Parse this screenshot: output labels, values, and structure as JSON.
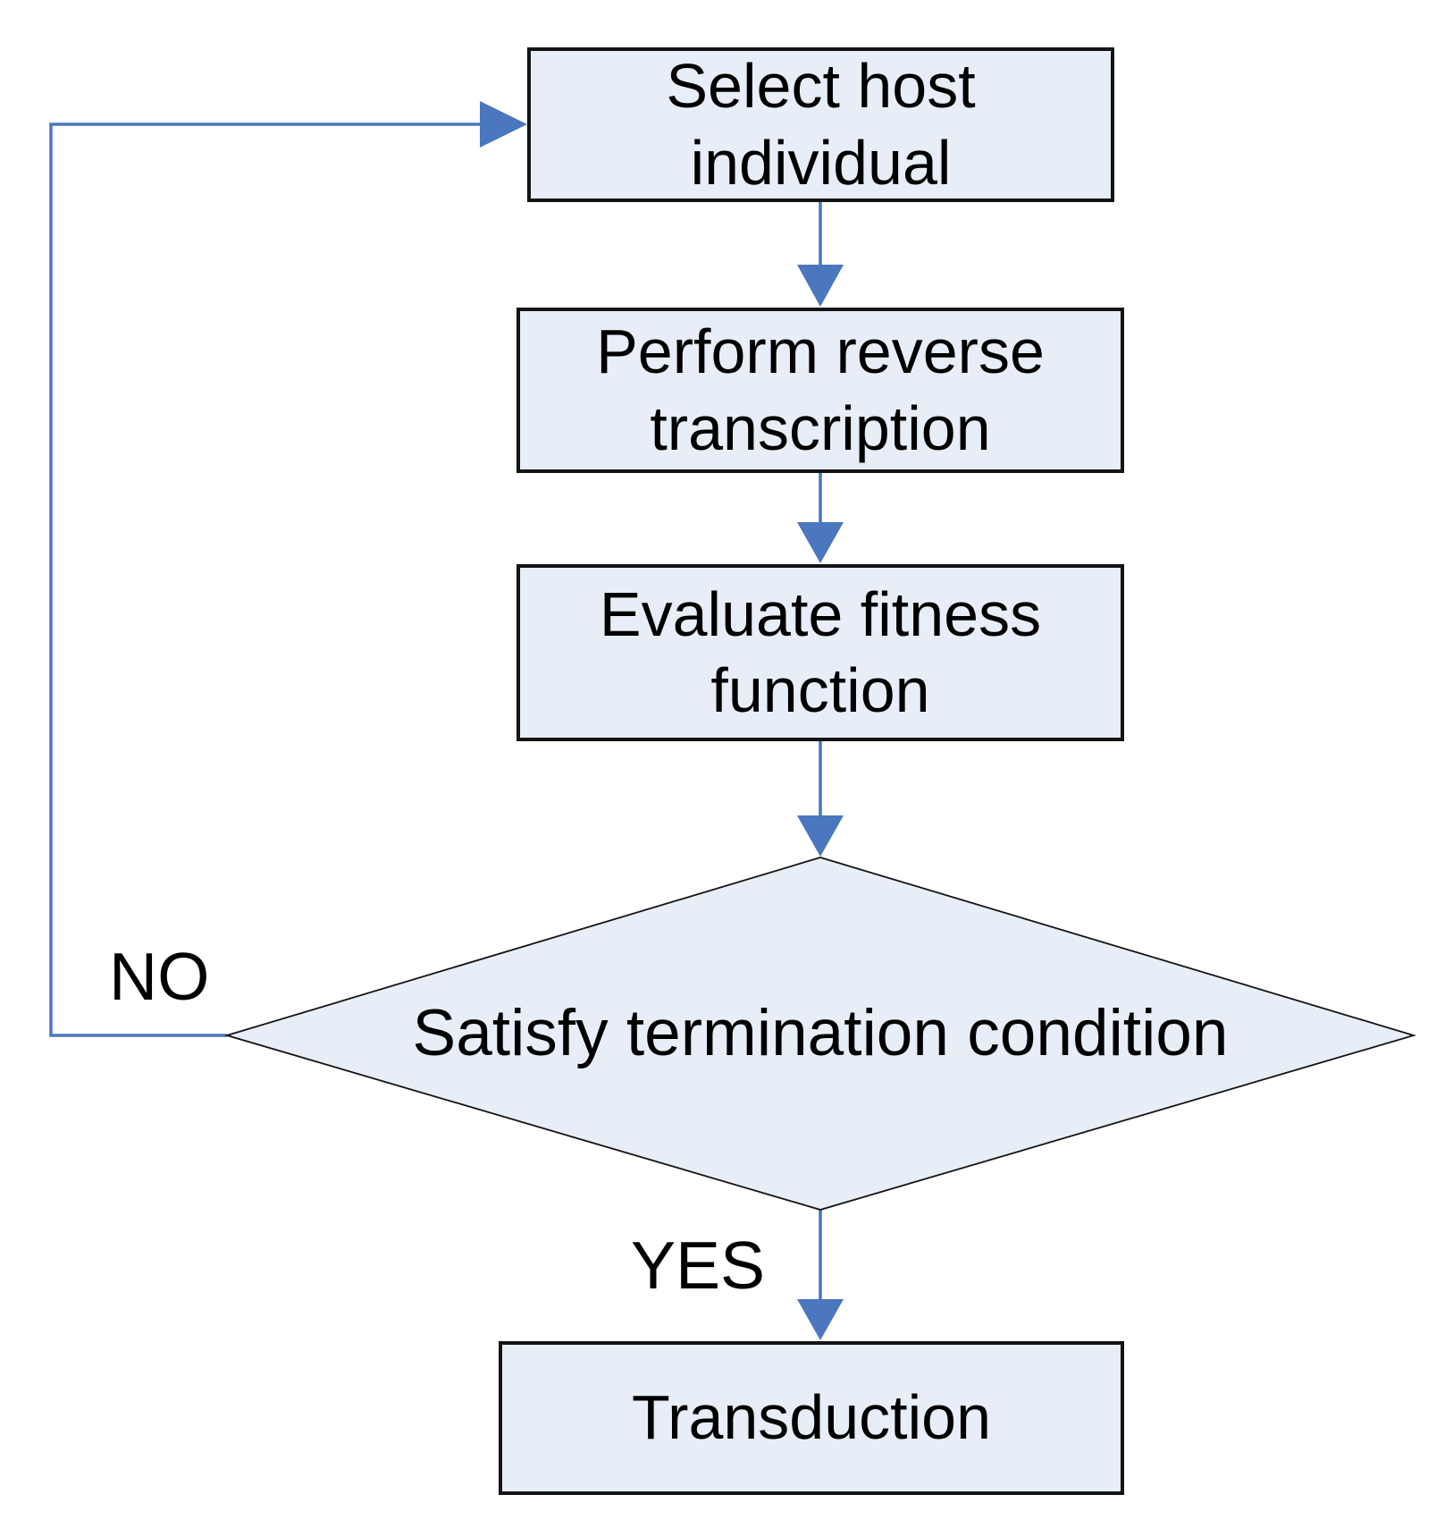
{
  "flowchart": {
    "nodes": {
      "select_host": {
        "label": "Select host individual"
      },
      "reverse_transcription": {
        "label": "Perform reverse transcription"
      },
      "evaluate_fitness": {
        "label": "Evaluate fitness function"
      },
      "termination_condition": {
        "label": "Satisfy termination condition"
      },
      "transduction": {
        "label": "Transduction"
      }
    },
    "edge_labels": {
      "no": "NO",
      "yes": "YES"
    },
    "colors": {
      "node_fill": "#e8eef7",
      "node_border": "#141414",
      "arrow_blue": "#4a77bd",
      "text": "#000000",
      "background": "#ffffff"
    }
  }
}
